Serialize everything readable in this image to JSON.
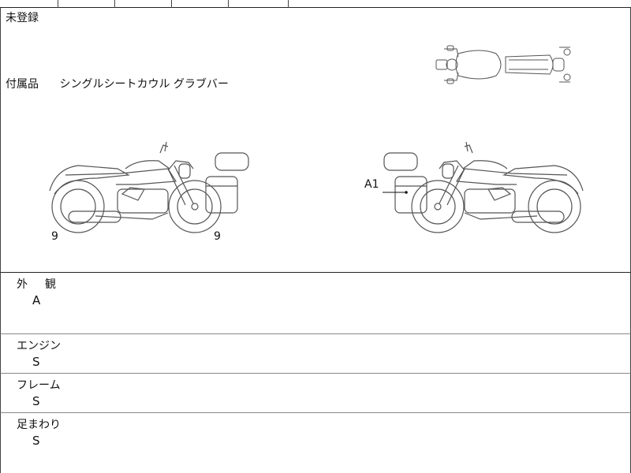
{
  "registration": {
    "status": "未登録"
  },
  "accessories": {
    "label": "付属品",
    "items": "シングルシートカウル グラブバー"
  },
  "damage_marks": {
    "left_view_rear": "9",
    "left_view_front": "9",
    "right_view_case": "A1"
  },
  "conditions": {
    "exterior": {
      "label_a": "外",
      "label_b": "観",
      "grade": "A"
    },
    "engine": {
      "label": "エンジン",
      "grade": "S"
    },
    "frame": {
      "label": "フレーム",
      "grade": "S"
    },
    "suspension": {
      "label": "足まわり",
      "grade": "S"
    }
  }
}
